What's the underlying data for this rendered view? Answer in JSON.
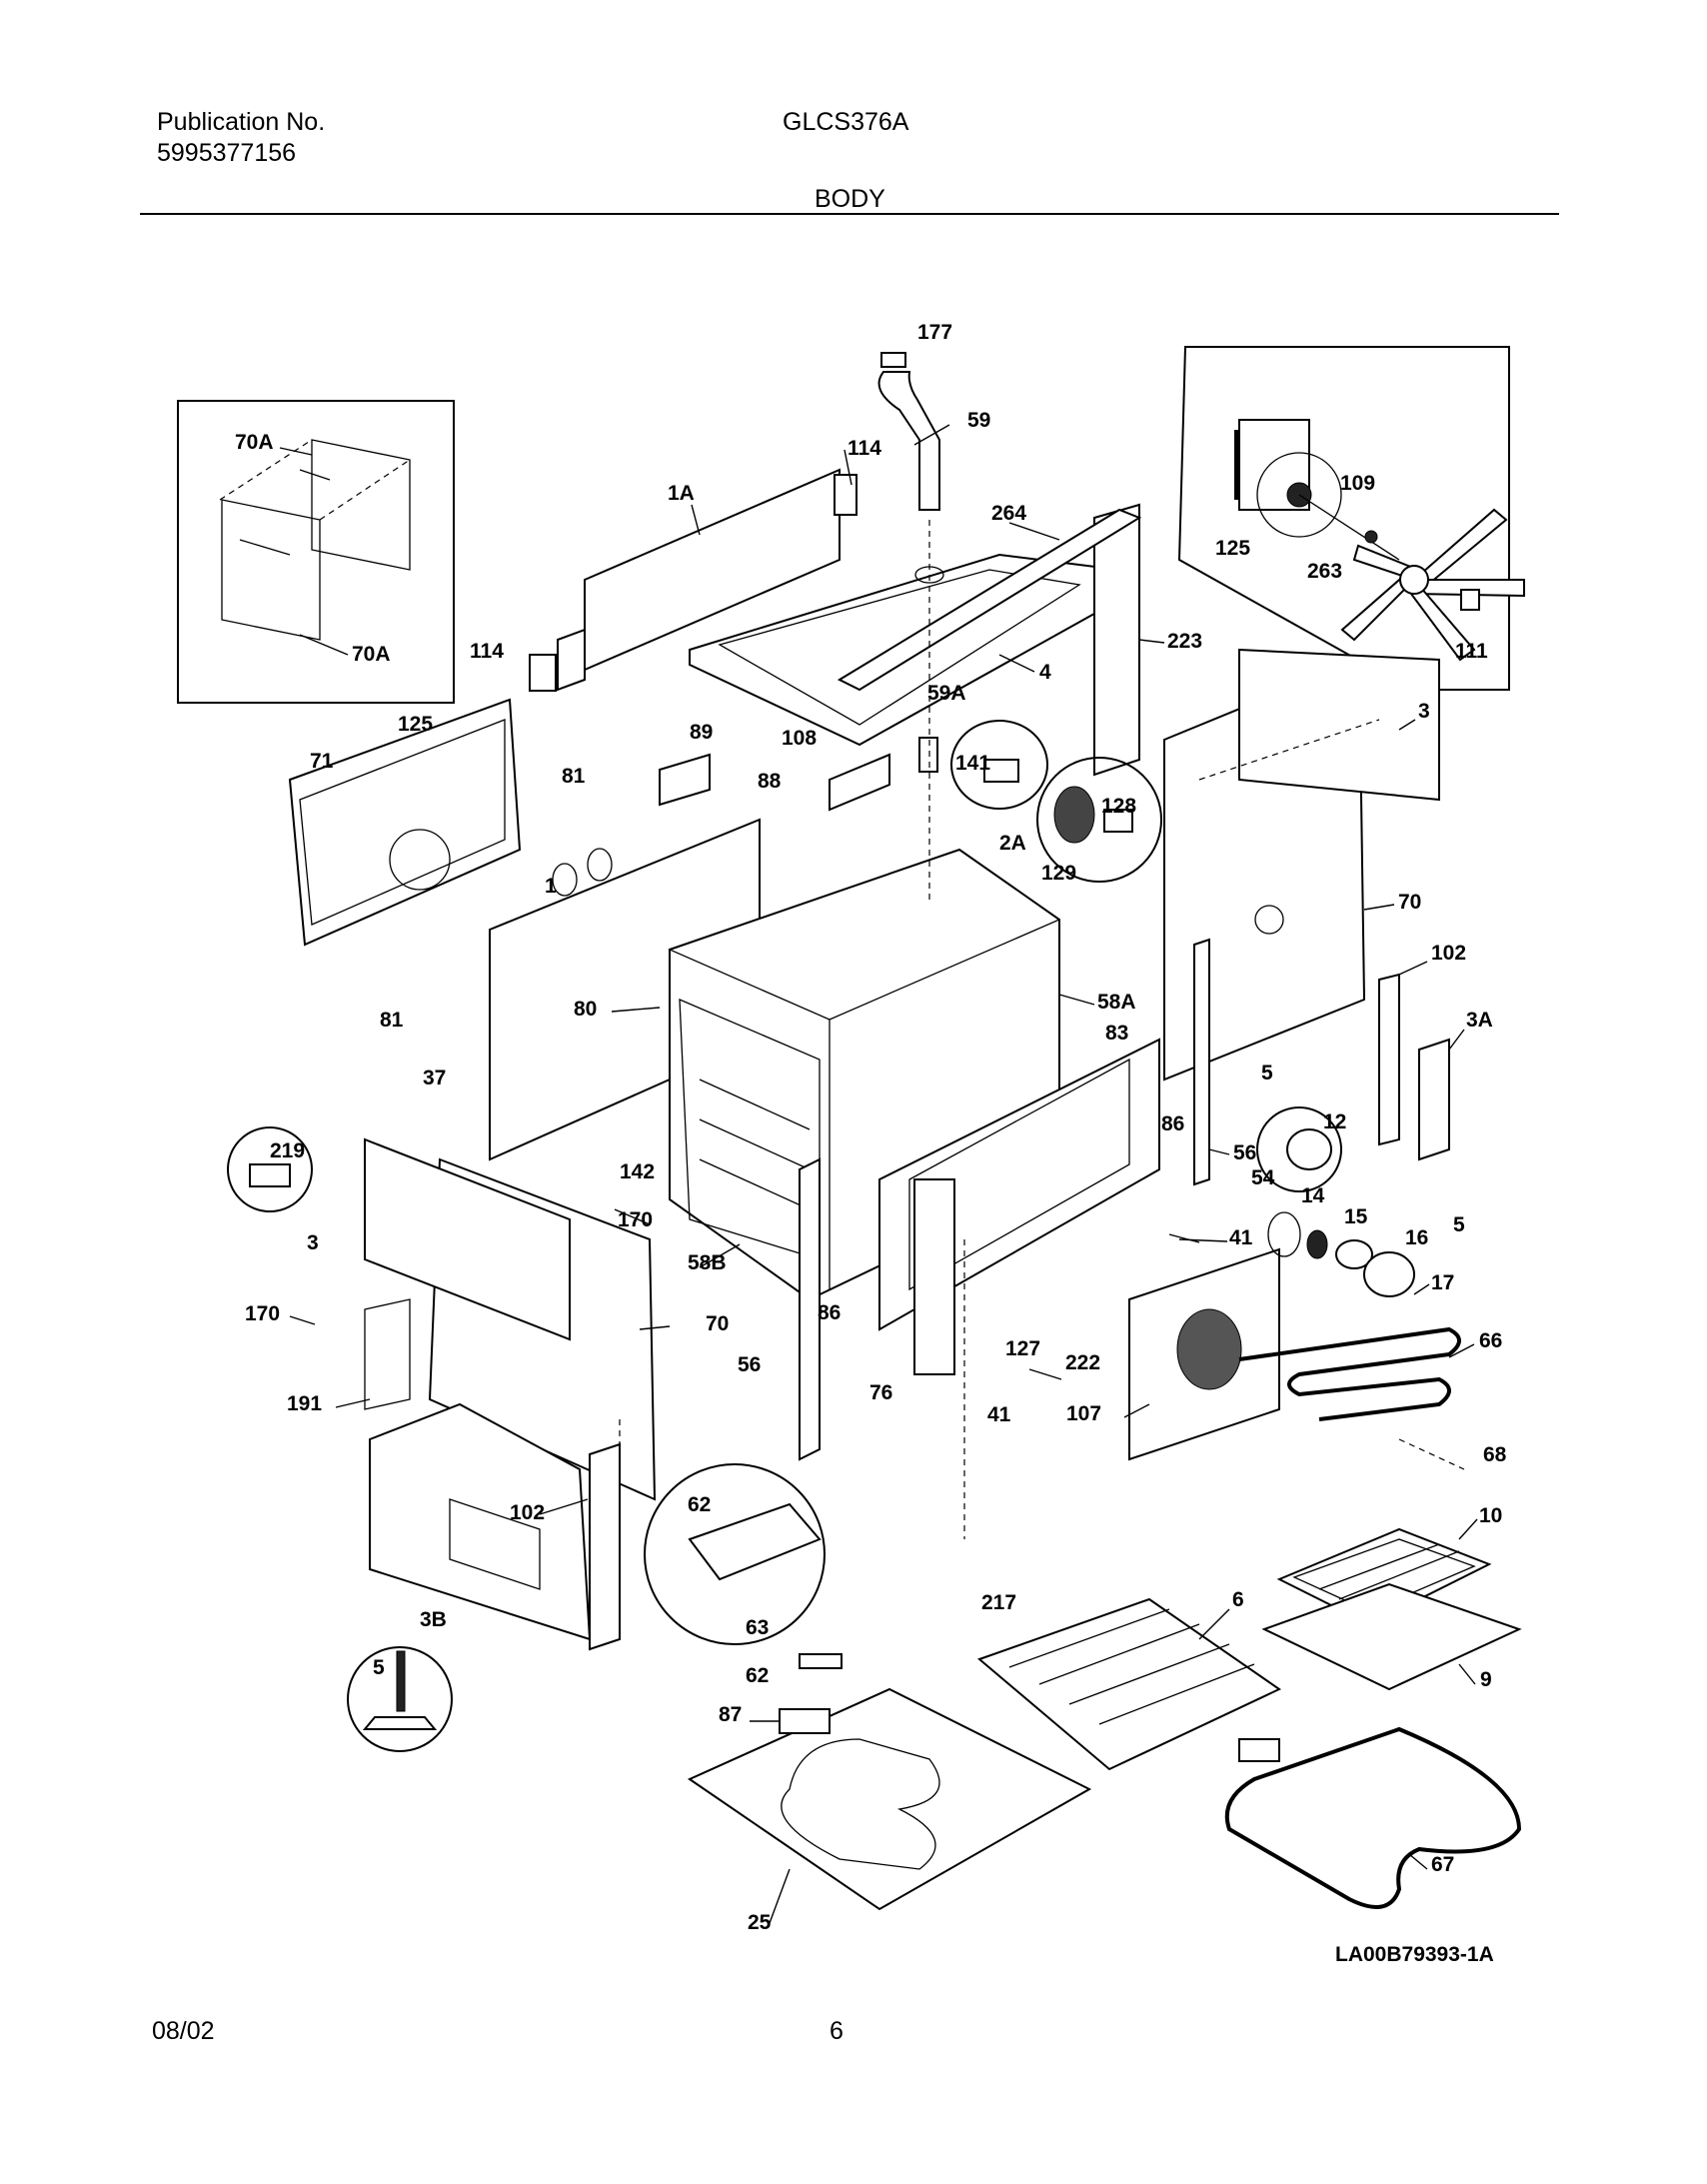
{
  "header": {
    "publication_label": "Publication No.",
    "publication_number": "5995377156",
    "model": "GLCS376A",
    "section_title": "BODY"
  },
  "footer": {
    "date": "08/02",
    "page_number": "6"
  },
  "diagram": {
    "drawing_id": "LA00B79393-1A",
    "part_labels": [
      "177",
      "59",
      "114",
      "1A",
      "264",
      "109",
      "125",
      "263",
      "111",
      "70A",
      "70A",
      "114",
      "4",
      "223",
      "3",
      "125",
      "71",
      "81",
      "89",
      "59A",
      "108",
      "141",
      "88",
      "128",
      "2A",
      "129",
      "1",
      "70",
      "102",
      "3A",
      "80",
      "58A",
      "81",
      "37",
      "83",
      "5",
      "12",
      "86",
      "56",
      "219",
      "142",
      "54",
      "14",
      "15",
      "16",
      "5",
      "170",
      "58B",
      "41",
      "17",
      "3",
      "86",
      "127",
      "222",
      "66",
      "170",
      "70",
      "56",
      "76",
      "41",
      "107",
      "191",
      "68",
      "62",
      "102",
      "10",
      "3B",
      "217",
      "6",
      "63",
      "9",
      "5",
      "62",
      "87",
      "67",
      "25"
    ]
  }
}
